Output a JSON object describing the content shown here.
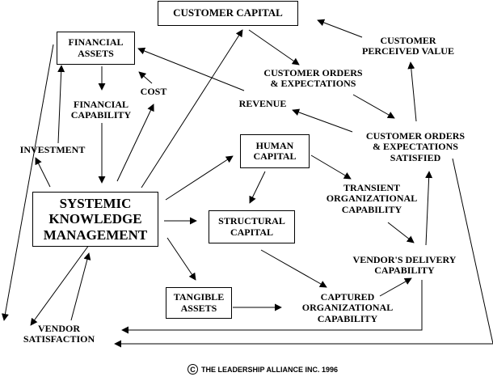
{
  "nodes": {
    "customer_capital": "CUSTOMER CAPITAL",
    "financial_assets": "FINANCIAL\nASSETS",
    "customer_perceived_value": "CUSTOMER\nPERCEIVED VALUE",
    "customer_orders_expectations": "CUSTOMER ORDERS\n& EXPECTATIONS",
    "cost": "COST",
    "financial_capability": "FINANCIAL\nCAPABILITY",
    "revenue": "REVENUE",
    "investment": "INVESTMENT",
    "human_capital": "HUMAN\nCAPITAL",
    "orders_satisfied": "CUSTOMER ORDERS\n& EXPECTATIONS\nSATISFIED",
    "systemic_km": "SYSTEMIC\nKNOWLEDGE\nMANAGEMENT",
    "transient_capability": "TRANSIENT\nORGANIZATIONAL\nCAPABILITY",
    "structural_capital": "STRUCTURAL\nCAPITAL",
    "vendor_delivery": "VENDOR'S DELIVERY\nCAPABILITY",
    "tangible_assets": "TANGIBLE\nASSETS",
    "captured_capability": "CAPTURED\nORGANIZATIONAL\nCAPABILITY",
    "vendor_satisfaction": "VENDOR\nSATISFACTION"
  },
  "footer": {
    "copyright_symbol": "C",
    "text": "THE LEADERSHIP ALLIANCE INC. 1996"
  }
}
